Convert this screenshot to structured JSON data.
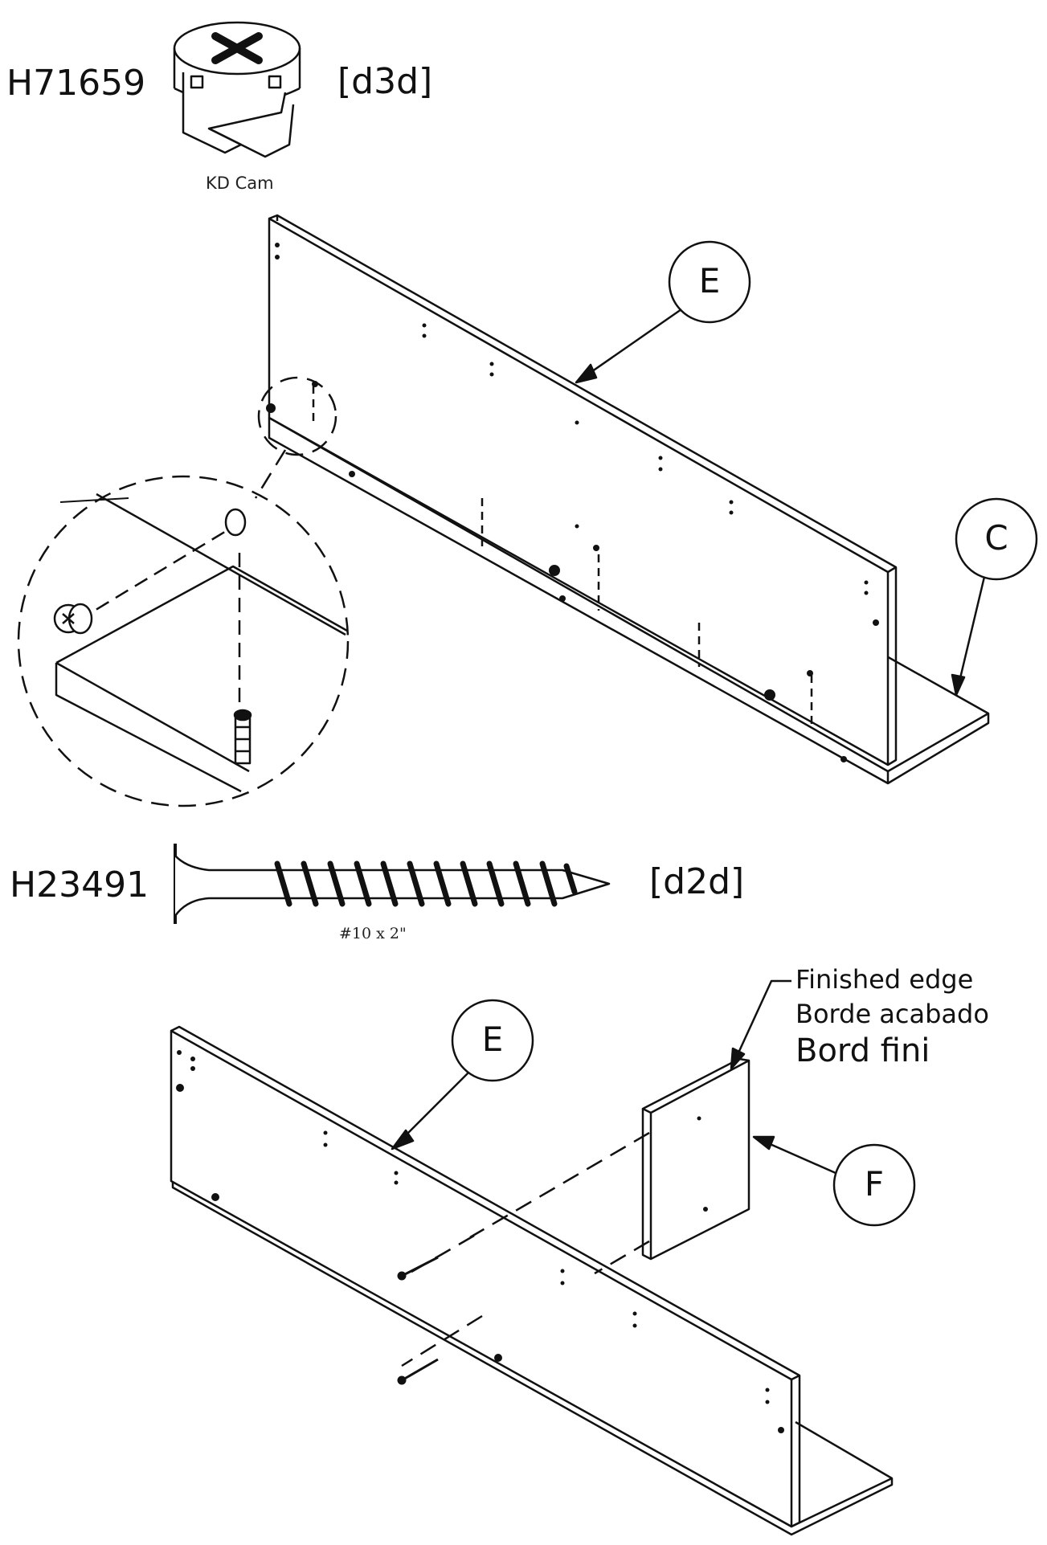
{
  "hardware": {
    "cam": {
      "code": "H71659",
      "qty": "[d3d]",
      "caption": "KD Cam"
    },
    "screw": {
      "code": "H23491",
      "qty": "[d2d]",
      "caption": "#10 x 2\""
    }
  },
  "callouts": {
    "top_panel": "E",
    "top_base": "C",
    "bottom_panel": "E",
    "bottom_side": "F"
  },
  "finished_edge": {
    "en": "Finished edge",
    "es": "Borde acabado",
    "fr": "Bord fini"
  }
}
